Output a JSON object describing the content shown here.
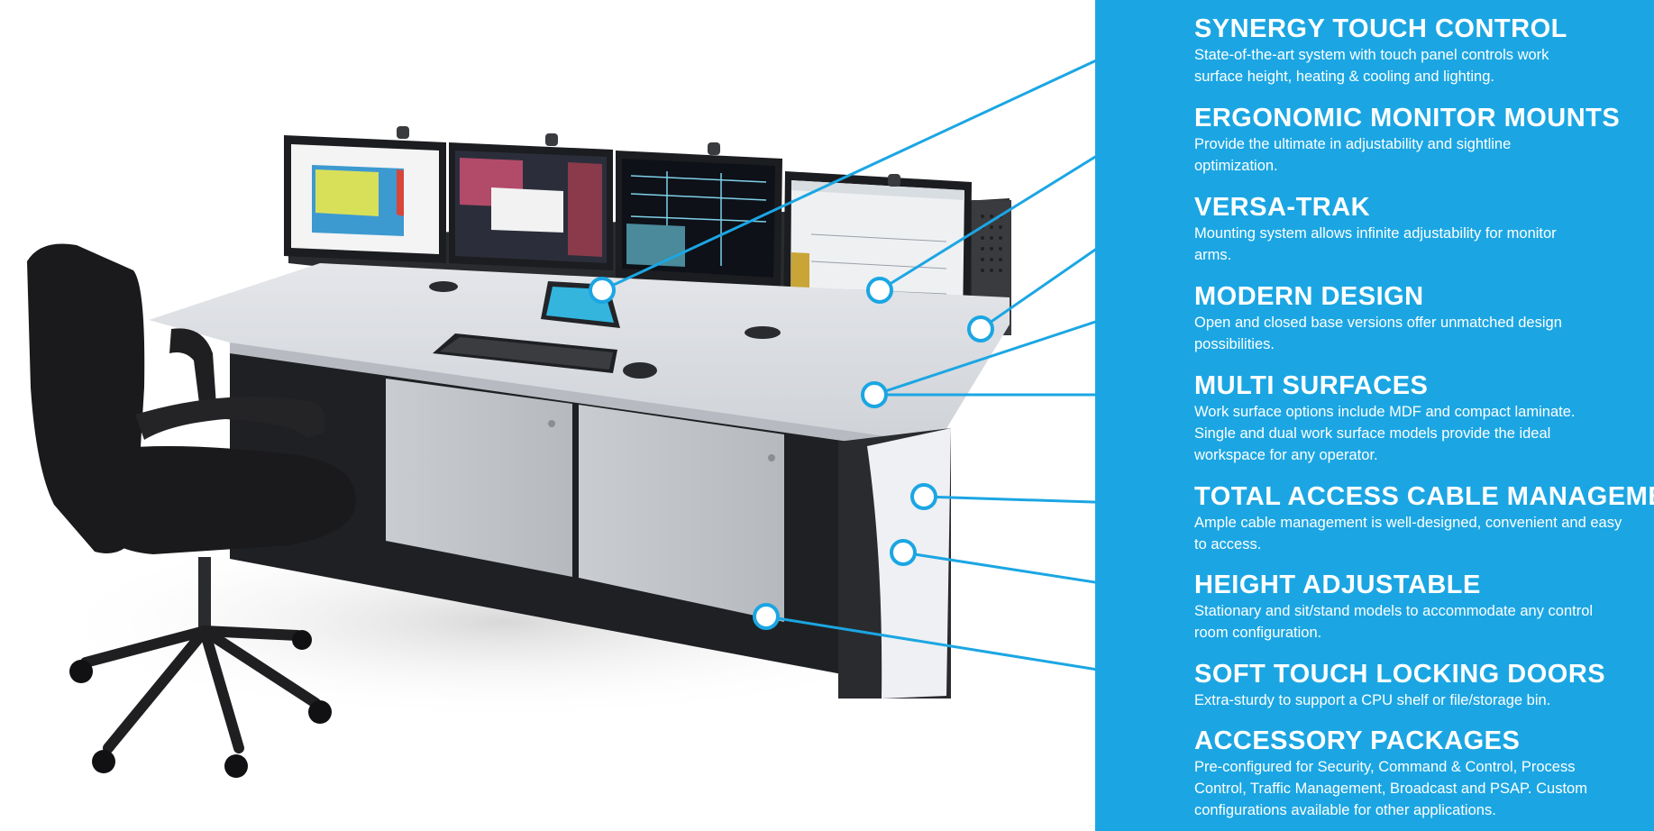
{
  "features": [
    {
      "title": "SYNERGY TOUCH CONTROL",
      "description": "State-of-the-art system with touch panel controls work surface height, heating & cooling and lighting."
    },
    {
      "title": "ERGONOMIC MONITOR MOUNTS",
      "description": "Provide the ultimate in adjustability and sightline optimization."
    },
    {
      "title": "VERSA-TRAK",
      "description": "Mounting system allows infinite adjustability for monitor arms."
    },
    {
      "title": "MODERN DESIGN",
      "description": "Open and closed base versions offer unmatched design possibilities."
    },
    {
      "title": "MULTI SURFACES",
      "description": "Work surface options include MDF and compact laminate. Single and dual work surface models provide the ideal workspace for any operator."
    },
    {
      "title": "TOTAL ACCESS CABLE MANAGEMENT",
      "description": "Ample cable management is well-designed, convenient and easy to access."
    },
    {
      "title": "HEIGHT ADJUSTABLE",
      "description": "Stationary and sit/stand models to accommodate any control room configuration."
    },
    {
      "title": "SOFT TOUCH LOCKING DOORS",
      "description": "Extra-sturdy to support a CPU shelf or file/storage bin."
    },
    {
      "title": "ACCESSORY PACKAGES",
      "description": "Pre-configured for Security, Command & Control, Process Control, Traffic Management, Broadcast and PSAP. Custom configurations available for other applications."
    }
  ],
  "colors": {
    "accent": "#1ba6e3",
    "text_on_accent": "#ffffff"
  }
}
